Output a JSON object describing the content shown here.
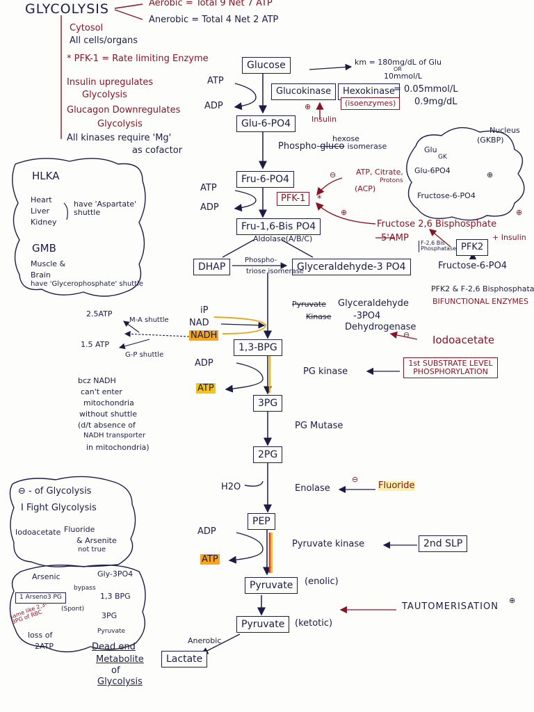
{
  "header": {
    "title": "GLYCOLYSIS",
    "aerobic": "Aerobic = Total 9 Net 7 ATP",
    "anaerobic": "Anerobic = Total 4 Net 2 ATP",
    "notes": [
      "Cytosol",
      "All cells/organs",
      "* PFK-1 = Rate limiting Enzyme",
      "Insulin upregulates",
      "Glycolysis",
      "Glucagon Downregulates",
      "Glycolysis",
      "All kinases require 'Mg'",
      "as cofactor"
    ]
  },
  "pathway": {
    "glucose": "Glucose",
    "g6p": "Glu-6-PO4",
    "f6p": "Fru-6-PO4",
    "f16bp": "Fru-1,6-Bis PO4",
    "dhap": "DHAP",
    "g3p": "Glyceraldehyde-3 PO4",
    "bpg13": "1,3-BPG",
    "pg3": "3PG",
    "pg2": "2PG",
    "pep": "PEP",
    "pyruvate_enolic": "Pyruvate",
    "enolic_label": "(enolic)",
    "pyruvate_ketotic": "Pyruvate",
    "ketotic_label": "(ketotic)",
    "lactate": "Lactate"
  },
  "cofactors": {
    "atp1": "ATP",
    "adp1": "ADP",
    "atp2": "ATP",
    "adp2": "ADP",
    "ip": "iP",
    "nad": "NAD",
    "nadh": "NADH",
    "adp3": "ADP",
    "atp3": "ATP",
    "h2o": "H2O",
    "adp4": "ADP",
    "atp4": "ATP",
    "anerobic": "Anerobic"
  },
  "enzymes": {
    "glucokinase": "Glucokinase",
    "hexokinase": "Hexokinase",
    "isoenzymes": "(isoenzymes)",
    "insulin": "Insulin",
    "km_glu": "km = 180mg/dL of Glu",
    "or": "OR",
    "km_mmol": "10mmol/L",
    "hk_km1": "= 0.05mmol/L",
    "hk_km2": "0.9mg/dL",
    "phospho_isomerase_a": "Phospho-",
    "phospho_isomerase_b": "gluco",
    "phospho_isomerase_hexose": "hexose",
    "phospho_isomerase_c": "isomerase",
    "pfk1": "PFK-1",
    "pfk1_star": "*",
    "inhib_pfk1": "ATP, Citrate,",
    "inhib_pfk1b": "(ACP)",
    "inhib_pfk1c": "Protons",
    "aldolase": "Aldolase(A/B/C)",
    "triose_a": "Phospho-",
    "triose_b": "triose isomerase",
    "gapdh_strike": "Pyruvate",
    "gapdh_strike2": "Kinase",
    "gapdh1": "Glyceraldehyde",
    "gapdh2": "-3PO4",
    "gapdh3": "Dehydrogenase",
    "pgk": "PG kinase",
    "pgm": "PG Mutase",
    "enolase": "Enolase",
    "pk": "Pyruvate kinase",
    "tautomerisation": "TAUTOMERISATION"
  },
  "inhibitors": {
    "iodoacetate": "Iodoacetate",
    "fluoride": "Fluoride",
    "substrate_level": "1st SUBSTRATE LEVEL PHOSPHORYLATION",
    "slp2": "2nd SLP"
  },
  "regulation": {
    "fructose26bp": "Fructose 2,6 Bisphosphate",
    "amp": "5'AMP",
    "pfk2": "PFK2",
    "insulin_plus": "+ Insulin",
    "f26_box": "F-2,6 Bis Phosphatase",
    "f6p_right": "Fructose-6-PO4",
    "bifunctional1": "PFK2 &  F-2,6 Bisphosphatase",
    "bifunctional2": "BIFUNCTIONAL ENZYMES",
    "nucleus": "Nucleus",
    "gkbp": "(GKBP)",
    "cloud_glu": "Glu",
    "cloud_gk": "GK",
    "cloud_g6p": "Glu-6PO4",
    "cloud_f6p": "Fructose-6-PO4"
  },
  "hlka": {
    "title": "HLKA",
    "heart": "Heart",
    "liver": "Liver",
    "kidney": "Kidney",
    "have_aspartate": "have 'Aspartate' shuttle",
    "gmb": "GMB",
    "muscle": "Muscle &",
    "brain": "Brain",
    "have_glycero": "have 'Glycerophosphate' shuttle"
  },
  "shuttles": {
    "atp25": "2.5ATP",
    "ma": "M-A shuttle",
    "atp15": "1.5 ATP",
    "gp": "G-P shuttle",
    "note1": "bcz NADH",
    "note2": "can't enter",
    "note3": "mitochondria",
    "note4": "without shuttle",
    "note5": "(d/t absence of",
    "note6": "NADH transporter",
    "note7": "in mitochondria)"
  },
  "inhibit_box": {
    "title": "- of Glycolysis",
    "fight": "Fight Glycolysis",
    "iodoacetate": "Iodoacetate",
    "fluoride": "Fluoride",
    "arsenite": "& Arsenite",
    "not_true": "not true"
  },
  "arsenic": {
    "arsenic": "Arsenic",
    "gly3p": "Gly-3PO4",
    "bypass": "bypass",
    "arseno": "1 Arseno3 PG",
    "bpg13": "1,3 BPG",
    "spont": "(Spont)",
    "pg3": "3PG",
    "pyruvate": "Pyruvate",
    "red_note": "same like 2,3-BPG of RBC",
    "loss": "loss of",
    "atp2": "2ATP"
  },
  "deadend": {
    "l1": "Dead end",
    "l2": "Metabolite",
    "l3": "of",
    "l4": "Glycolysis"
  }
}
